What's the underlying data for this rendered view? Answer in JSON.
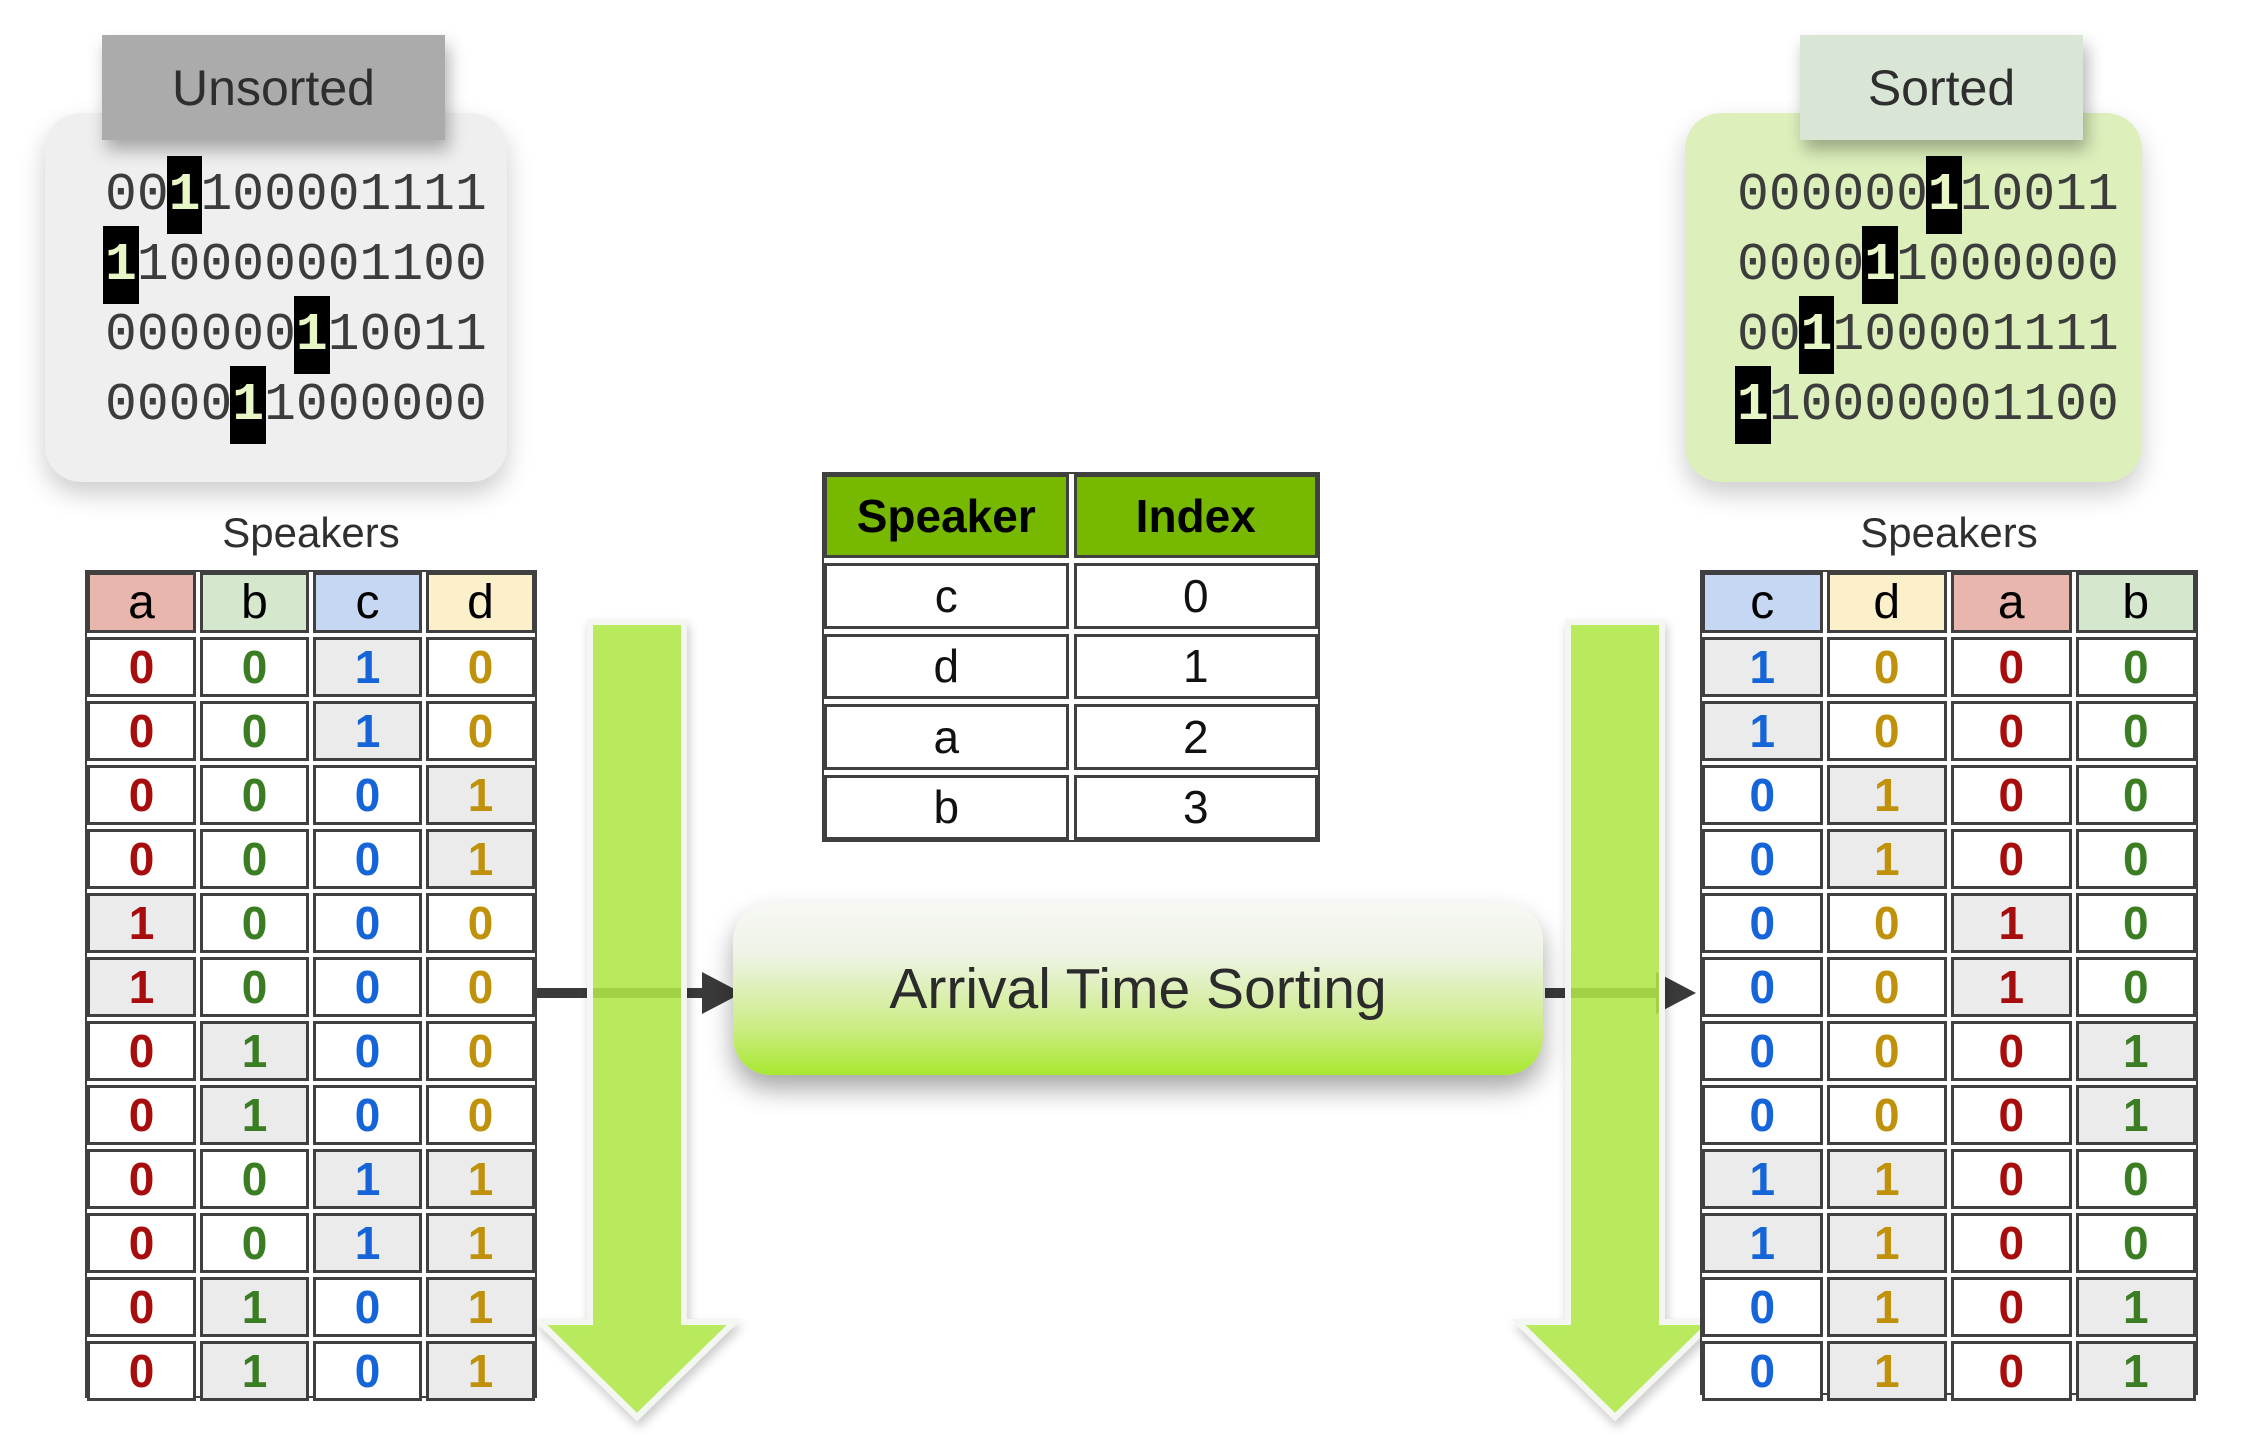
{
  "unsorted_panel": {
    "label": "Unsorted",
    "rows": [
      {
        "bits": "001100001111",
        "highlight": 2
      },
      {
        "bits": "110000001100",
        "highlight": 0
      },
      {
        "bits": "000000110011",
        "highlight": 6
      },
      {
        "bits": "000011000000",
        "highlight": 4
      }
    ]
  },
  "sorted_panel": {
    "label": "Sorted",
    "rows": [
      {
        "bits": "000000110011",
        "highlight": 6
      },
      {
        "bits": "000011000000",
        "highlight": 4
      },
      {
        "bits": "001100001111",
        "highlight": 2
      },
      {
        "bits": "110000001100",
        "highlight": 0
      }
    ]
  },
  "left_table": {
    "title": "Speakers",
    "columns": [
      "a",
      "b",
      "c",
      "d"
    ],
    "rows": [
      [
        0,
        0,
        1,
        0
      ],
      [
        0,
        0,
        1,
        0
      ],
      [
        0,
        0,
        0,
        1
      ],
      [
        0,
        0,
        0,
        1
      ],
      [
        1,
        0,
        0,
        0
      ],
      [
        1,
        0,
        0,
        0
      ],
      [
        0,
        1,
        0,
        0
      ],
      [
        0,
        1,
        0,
        0
      ],
      [
        0,
        0,
        1,
        1
      ],
      [
        0,
        0,
        1,
        1
      ],
      [
        0,
        1,
        0,
        1
      ],
      [
        0,
        1,
        0,
        1
      ]
    ]
  },
  "right_table": {
    "title": "Speakers",
    "columns": [
      "c",
      "d",
      "a",
      "b"
    ],
    "rows": [
      [
        1,
        0,
        0,
        0
      ],
      [
        1,
        0,
        0,
        0
      ],
      [
        0,
        1,
        0,
        0
      ],
      [
        0,
        1,
        0,
        0
      ],
      [
        0,
        0,
        1,
        0
      ],
      [
        0,
        0,
        1,
        0
      ],
      [
        0,
        0,
        0,
        1
      ],
      [
        0,
        0,
        0,
        1
      ],
      [
        1,
        1,
        0,
        0
      ],
      [
        1,
        1,
        0,
        0
      ],
      [
        0,
        1,
        0,
        1
      ],
      [
        0,
        1,
        0,
        1
      ]
    ]
  },
  "index_table": {
    "columns": [
      "Speaker",
      "Index"
    ],
    "rows": [
      [
        "c",
        "0"
      ],
      [
        "d",
        "1"
      ],
      [
        "a",
        "2"
      ],
      [
        "b",
        "3"
      ]
    ]
  },
  "process_button": {
    "label": "Arrival Time Sorting"
  },
  "colors": {
    "page_bg": "#FFFFFF",
    "table_border": "#404040",
    "unsorted_label_bg": "#ABABAB",
    "unsorted_box_bg": "#EFEFEF",
    "sorted_label_bg": "#D9E6D6",
    "sorted_box_bg": "#DDF0BC",
    "bit_text": "#3C3C3C",
    "bit_highlight_bg": "#000000",
    "bit_highlight_text": "#E8F7C6",
    "index_header_bg": "#76B900",
    "cell_on_bg": "#EBEBEB",
    "button_gradient_top": "#F7F8F4",
    "button_gradient_bottom": "#A8E82F",
    "green_arrow": "#B2EB48",
    "dark_arrow": "#3A3A3A",
    "speaker_colors": {
      "a": {
        "header": "#E8B6AD",
        "text": "#A80D0D"
      },
      "b": {
        "header": "#D5E7CD",
        "text": "#3A7D23"
      },
      "c": {
        "header": "#C5D7F2",
        "text": "#1565D8"
      },
      "d": {
        "header": "#FBF0C9",
        "text": "#C0920B"
      }
    }
  }
}
